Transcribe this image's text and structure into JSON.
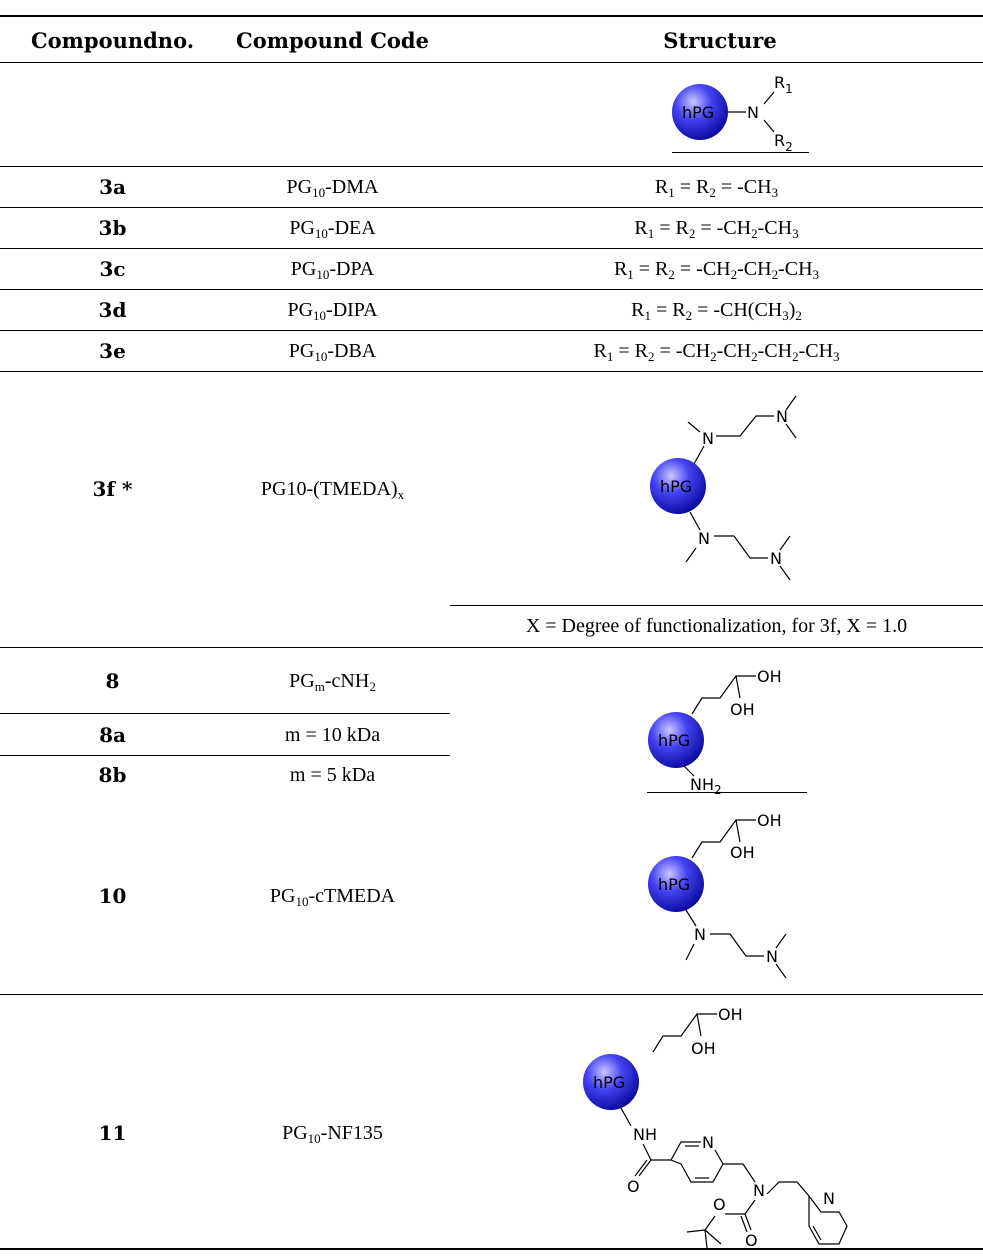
{
  "header": {
    "col1": "Compoundno.",
    "col2": "Compound Code",
    "col3": "Structure"
  },
  "structure_labels": {
    "core": "hPG",
    "r1": "R",
    "r1_sub": "1",
    "r2": "R",
    "r2_sub": "2",
    "n": "N",
    "nh": "NH",
    "nh2": "NH",
    "nh2_sub": "2",
    "oh": "OH",
    "o": "O"
  },
  "rows": [
    {
      "no": "3a",
      "code_a": "PG",
      "code_sub": "10",
      "code_b": "-DMA",
      "s1": "R",
      "s1_sub": "1",
      "s2": " = R",
      "s2_sub": "2",
      "s3": " = -CH",
      "s3_sub": "3"
    },
    {
      "no": "3b",
      "code_a": "PG",
      "code_sub": "10",
      "code_b": "-DEA",
      "s1": "R",
      "s1_sub": "1",
      "s2": " = R",
      "s2_sub": "2",
      "s3": " = -CH",
      "s3_sub": "2",
      "s4": "-CH",
      "s4_sub": "3"
    },
    {
      "no": "3c",
      "code_a": "PG",
      "code_sub": "10",
      "code_b": "-DPA",
      "s1": "R",
      "s1_sub": "1",
      "s2": " = R",
      "s2_sub": "2",
      "s3": " = -CH",
      "s3_sub": "2",
      "s4": "-CH",
      "s4_sub": "2",
      "s5": "-CH",
      "s5_sub": "3"
    },
    {
      "no": "3d",
      "code_a": "PG",
      "code_sub": "10",
      "code_b": "-DIPA",
      "s1": "R",
      "s1_sub": "1",
      "s2": " = R",
      "s2_sub": "2",
      "s3": " = -CH(CH",
      "s3_sub": "3",
      "s4": ")",
      "s4_sub": "2"
    },
    {
      "no": "3e",
      "code_a": "PG",
      "code_sub": "10",
      "code_b": "-DBA",
      "s1": "R",
      "s1_sub": "1",
      "s2": " = R",
      "s2_sub": "2",
      "s3": " = -CH",
      "s3_sub": "2",
      "s4": "-CH",
      "s4_sub": "2",
      "s5": "-CH",
      "s5_sub": "2",
      "s6": "-CH",
      "s6_sub": "3"
    },
    {
      "no": "3f *",
      "code_a": "PG10-(TMEDA)",
      "code_sub": "x"
    },
    {
      "no": "8",
      "code_a": "PG",
      "code_sub": "m",
      "code_b": "-cNH",
      "code_sub2": "2"
    },
    {
      "no": "8a",
      "code_a": "m = 10 kDa"
    },
    {
      "no": "8b",
      "code_a": "m = 5 kDa"
    },
    {
      "no": "10",
      "code_a": "PG",
      "code_sub": "10",
      "code_b": "-cTMEDA"
    },
    {
      "no": "11",
      "code_a": "PG",
      "code_sub": "10",
      "code_b": "-NF135"
    }
  ],
  "footnote_3f": "X = Degree of functionalization, for 3f, X = 1.0",
  "colors": {
    "sphere_light": "#b4b4ff",
    "sphere_mid": "#3a3af0",
    "sphere_dark": "#0a0a9a"
  }
}
